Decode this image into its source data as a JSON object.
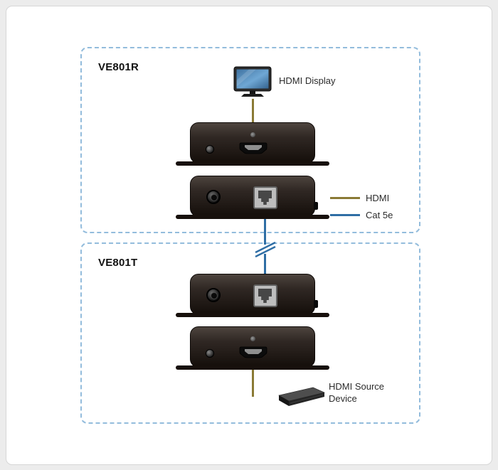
{
  "diagram": {
    "groups": [
      {
        "id": "receiver",
        "label": "VE801R"
      },
      {
        "id": "transmitter",
        "label": "VE801T"
      }
    ],
    "endpoints": {
      "display_label": "HDMI Display",
      "source_label": "HDMI Source Device"
    },
    "legend": [
      {
        "label": "HDMI",
        "color": "#8a7a35"
      },
      {
        "label": "Cat 5e",
        "color": "#2f6ea5"
      }
    ],
    "nodes": [
      {
        "id": "hdmi-display",
        "type": "monitor"
      },
      {
        "id": "ve801r-unit-hdmi-side",
        "type": "extender-unit",
        "ports": [
          "screw",
          "hdmi"
        ]
      },
      {
        "id": "ve801r-unit-cat5e-side",
        "type": "extender-unit",
        "ports": [
          "power-jack",
          "rj45"
        ]
      },
      {
        "id": "ve801t-unit-cat5e-side",
        "type": "extender-unit",
        "ports": [
          "power-jack",
          "rj45"
        ]
      },
      {
        "id": "ve801t-unit-hdmi-side",
        "type": "extender-unit",
        "ports": [
          "screw",
          "hdmi"
        ]
      },
      {
        "id": "hdmi-source",
        "type": "player"
      }
    ],
    "connections": [
      {
        "from": "hdmi-display",
        "to": "ve801r-unit-hdmi-side",
        "type": "HDMI"
      },
      {
        "from": "ve801r-unit-cat5e-side",
        "to": "ve801t-unit-cat5e-side",
        "type": "Cat 5e",
        "break_mark": true
      },
      {
        "from": "ve801t-unit-hdmi-side",
        "to": "hdmi-source",
        "type": "HDMI"
      }
    ],
    "colors": {
      "hdmi_line": "#8a7a35",
      "cat5e_line": "#2f6ea5",
      "group_border": "#93bcdc",
      "background": "#ececec",
      "card": "#ffffff"
    }
  }
}
